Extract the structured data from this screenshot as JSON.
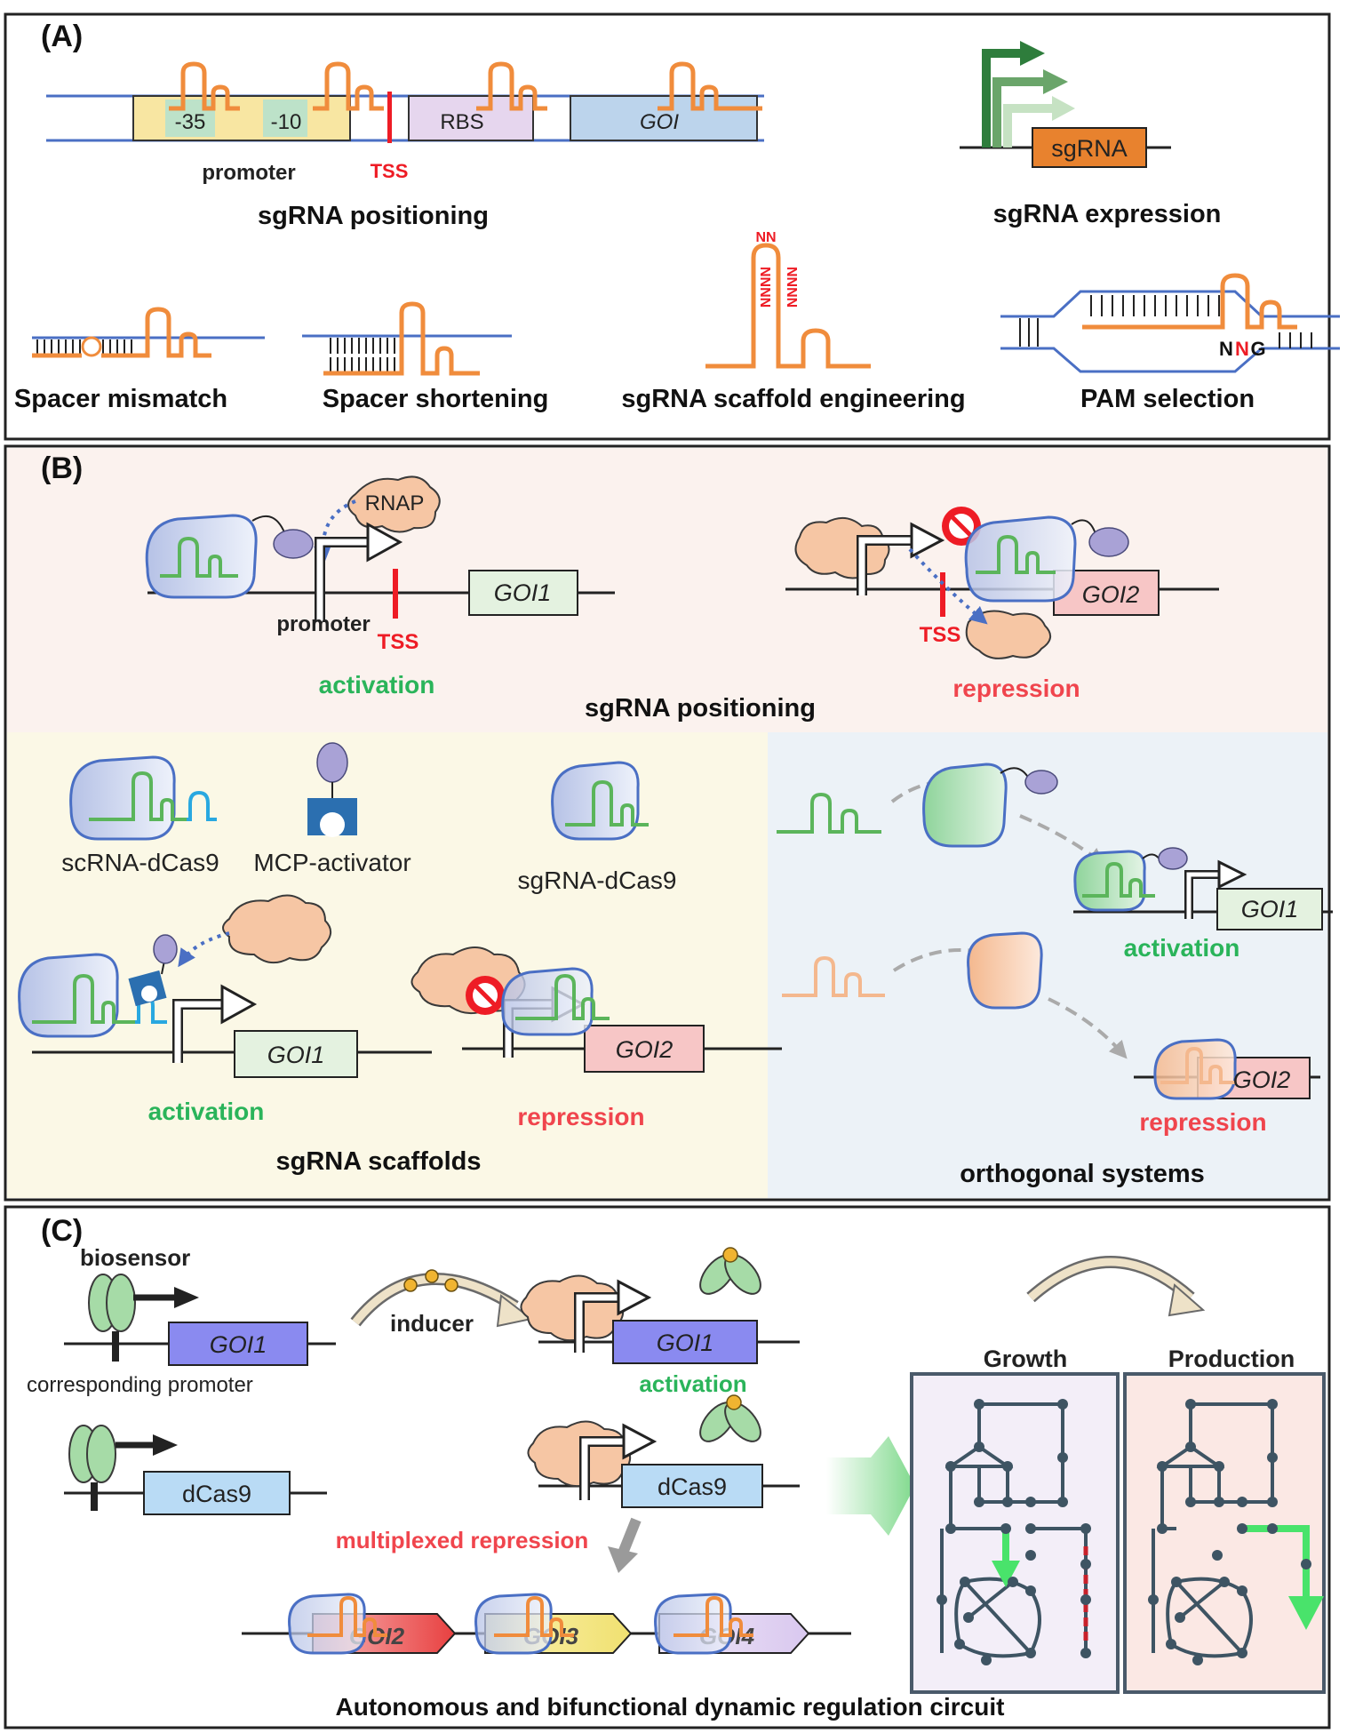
{
  "panel_a": {
    "label": "(A)",
    "promoter_elements": {
      "minus35": "-35",
      "minus10": "-10",
      "rbs": "RBS",
      "goi": "GOI"
    },
    "promoter_label": "promoter",
    "tss_label": "TSS",
    "sgrna_box": "sgRNA",
    "captions": {
      "positioning": "sgRNA positioning",
      "expression": "sgRNA expression",
      "mismatch": "Spacer mismatch",
      "shortening": "Spacer shortening",
      "scaffold": "sgRNA scaffold engineering",
      "pam": "PAM selection"
    },
    "scaffold_letters": {
      "left": "NNNN",
      "right": "NNNN",
      "top": "NN"
    },
    "pam_letters": [
      "N",
      "N",
      "G"
    ]
  },
  "panel_b": {
    "label": "(B)",
    "rnap": "RNAP",
    "promoter_label": "promoter",
    "tss_label": "TSS",
    "goi1": "GOI1",
    "goi2": "GOI2",
    "activation": "activation",
    "repression": "repression",
    "positioning_caption": "sgRNA positioning",
    "scrna_label": "scRNA-dCas9",
    "mcp_label": "MCP-activator",
    "sgrna_dcas9_label": "sgRNA-dCas9",
    "scaffolds_caption": "sgRNA scaffolds",
    "orthogonal_caption": "orthogonal systems"
  },
  "panel_c": {
    "label": "(C)",
    "biosensor": "biosensor",
    "goi1": "GOI1",
    "corresponding_promoter": "corresponding promoter",
    "inducer": "inducer",
    "activation": "activation",
    "dcas9": "dCas9",
    "multiplexed_repression": "multiplexed repression",
    "goi2": "GOI2",
    "goi3": "GOI3",
    "goi4": "GOI4",
    "growth": "Growth",
    "production": "Production",
    "caption": "Autonomous and bifunctional dynamic regulation circuit"
  },
  "colors": {
    "sgrna_orange": "#f08c3c",
    "dna_blue": "#4a6fc4",
    "activation_green": "#2ab45a",
    "repression_red": "#f0454d",
    "tss_red": "#ee1c25",
    "scrna_blue": "#29a8e0",
    "cloud": "#f6c6a4",
    "goi1_green": "#e4f2e0",
    "goi2_pink": "#f7c6c6",
    "goi_blue_c": "#8a8af0",
    "dcas9_blue": "#b9dbf5",
    "network_node": "#3e5463"
  }
}
